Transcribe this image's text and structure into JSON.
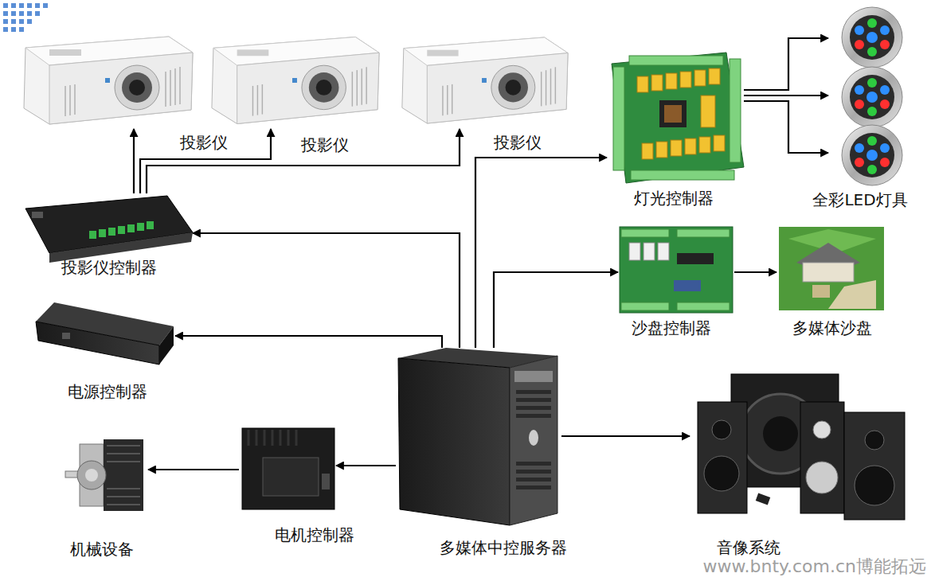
{
  "diagram": {
    "nodes": [
      {
        "text": [
          "投影仪"
        ]
      },
      {
        "text": [
          "投影仪"
        ]
      },
      {
        "text": [
          "投影仪"
        ]
      },
      {
        "text": [
          "灯光控制器"
        ]
      },
      {
        "text": [
          "全彩LED灯具"
        ]
      },
      {
        "text": [
          "投影仪控制器"
        ]
      },
      {
        "text": [
          "沙盘控制器"
        ]
      },
      {
        "text": [
          "多媒体沙盘"
        ]
      },
      {
        "text": [
          "电源控制器"
        ]
      },
      {
        "text": [
          "机械设备"
        ]
      },
      {
        "text": [
          "电机控制器"
        ]
      },
      {
        "text": [
          "多媒体中控服务器"
        ]
      },
      {
        "text": [
          "音像系统"
        ]
      }
    ],
    "edges": [
      {
        "from": 11,
        "to": 5,
        "arrow": "to"
      },
      {
        "from": 11,
        "to": 3,
        "arrow": "to"
      },
      {
        "from": 11,
        "to": 6,
        "arrow": "to"
      },
      {
        "from": 11,
        "to": 8,
        "arrow": "to"
      },
      {
        "from": 11,
        "to": 10,
        "arrow": "to"
      },
      {
        "from": 11,
        "to": 12,
        "arrow": "to"
      },
      {
        "from": 5,
        "to": 0,
        "arrow": "to"
      },
      {
        "from": 5,
        "to": 1,
        "arrow": "to"
      },
      {
        "from": 5,
        "to": 2,
        "arrow": "to"
      },
      {
        "from": 3,
        "to": 4,
        "arrow": "to"
      },
      {
        "from": 3,
        "to": 4,
        "arrow": "to"
      },
      {
        "from": 3,
        "to": 4,
        "arrow": "to"
      },
      {
        "from": 6,
        "to": 7,
        "arrow": "to"
      },
      {
        "from": 10,
        "to": 9,
        "arrow": "to"
      }
    ],
    "labels": [
      "www.bnty.com.cn博能拓远"
    ]
  }
}
